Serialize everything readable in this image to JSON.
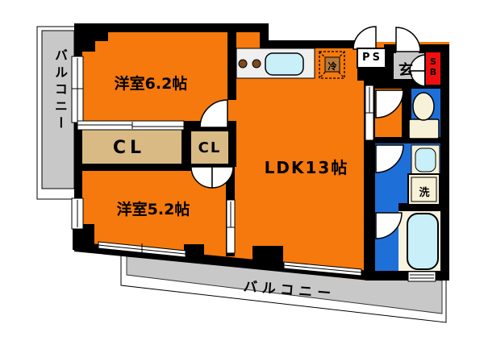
{
  "plan_title": "apartment-floor-plan",
  "rooms": {
    "western_room_1": "洋室6.2帖",
    "western_room_2": "洋室5.2帖",
    "ldk": "LDK13帖",
    "closet_left": "CL",
    "closet_right": "CL",
    "entrance": "玄",
    "pipe_space": "PS",
    "shoe_box": "S\nB",
    "refrigerator": "冷",
    "washing_machine": "洗",
    "balcony_left": "バルコニー",
    "balcony_bottom": "バルコニー"
  },
  "colors": {
    "room_floor": "#F5790D",
    "wall": "#000000",
    "closet_floor": "#D9BA85",
    "balcony": "#C8C8C8",
    "entrance_floor": "#C8C8C8",
    "wet_area_floor": "#1F6FD8",
    "bath_floor": "#F8F3DF",
    "fixture_cream": "#F7F1D8",
    "water_blue": "#C9EFF8",
    "shoe_box_red": "#EE1010",
    "counter": "#EFEFEF",
    "burner_brown": "#7C4A1D",
    "fridge_box_brown": "#B5793B"
  }
}
